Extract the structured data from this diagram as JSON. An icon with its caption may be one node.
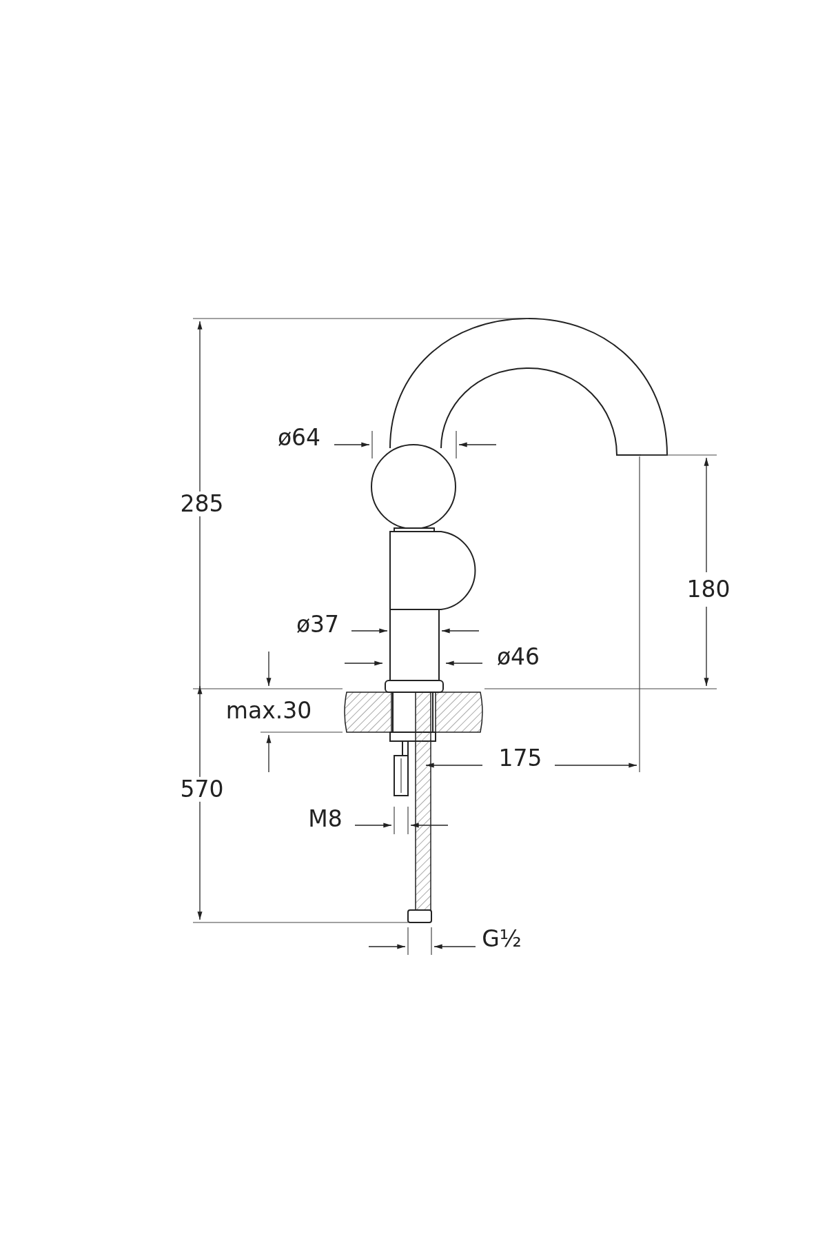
{
  "diagram": {
    "labels": [
      "ø64",
      "285",
      "180",
      "ø37",
      "ø46",
      "max.30",
      "175",
      "570",
      "M8",
      "G½"
    ]
  }
}
